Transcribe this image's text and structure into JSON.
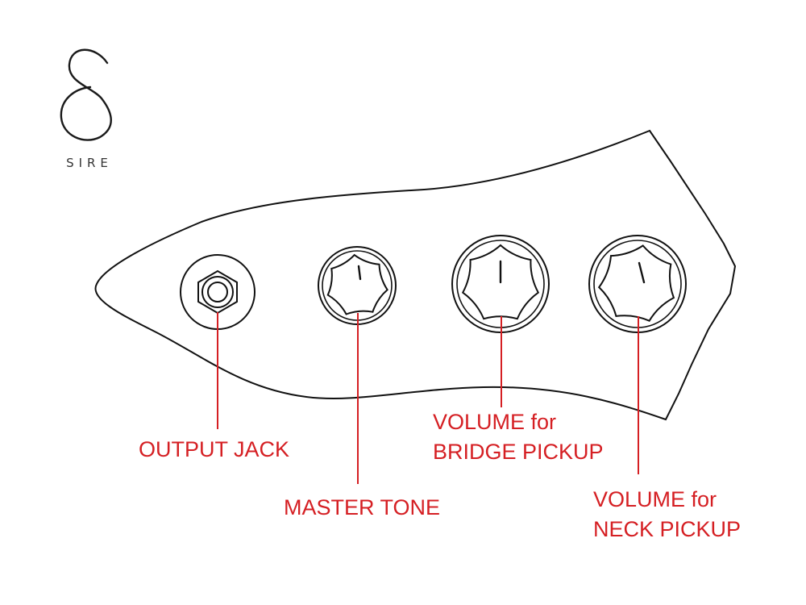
{
  "brand": {
    "name": "SIRE"
  },
  "colors": {
    "outline": "#111111",
    "callout": "#d51f23",
    "background": "#ffffff"
  },
  "controls": {
    "output_jack": {
      "label_lines": [
        "OUTPUT JACK"
      ]
    },
    "master_tone": {
      "label_lines": [
        "MASTER TONE"
      ]
    },
    "volume_bridge": {
      "label_lines": [
        "VOLUME for",
        "BRIDGE PICKUP"
      ]
    },
    "volume_neck": {
      "label_lines": [
        "VOLUME for",
        "NECK PICKUP"
      ]
    }
  }
}
